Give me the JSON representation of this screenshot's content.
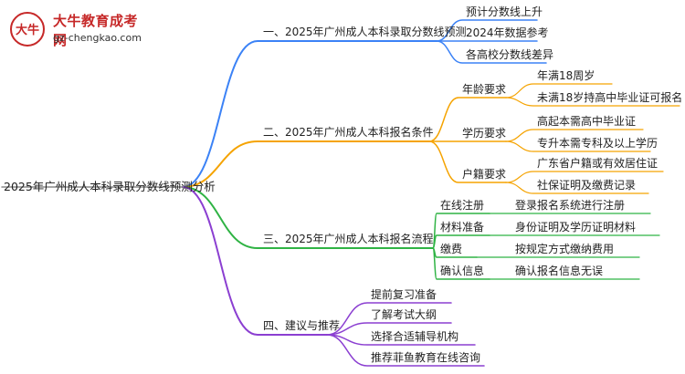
{
  "logo": {
    "title": "大牛教育成考网",
    "url": "gz-chengkao.com",
    "badge_text": "大牛"
  },
  "root": {
    "label": "2025年广州成人本科录取分数线预测分析"
  },
  "colors": {
    "root_edge": "#888888",
    "branch1": "#3b82f6",
    "branch2": "#f5a300",
    "branch3": "#2fb344",
    "branch4": "#8b3fd1",
    "logo_red": "#c62828"
  },
  "branches": [
    {
      "label": "一、2025年广州成人本科录取分数线预测",
      "children": [
        {
          "label": "预计分数线上升",
          "children": []
        },
        {
          "label": "2024年数据参考",
          "children": []
        },
        {
          "label": "各高校分数线差异",
          "children": []
        }
      ]
    },
    {
      "label": "二、2025年广州成人本科报名条件",
      "children": [
        {
          "label": "年龄要求",
          "children": [
            "年满18周岁",
            "未满18岁持高中毕业证可报名"
          ]
        },
        {
          "label": "学历要求",
          "children": [
            "高起本需高中毕业证",
            "专升本需专科及以上学历"
          ]
        },
        {
          "label": "户籍要求",
          "children": [
            "广东省户籍或有效居住证",
            "社保证明及缴费记录"
          ]
        }
      ]
    },
    {
      "label": "三、2025年广州成人本科报名流程",
      "children": [
        {
          "label": "在线注册",
          "children": [
            "登录报名系统进行注册"
          ]
        },
        {
          "label": "材料准备",
          "children": [
            "身份证明及学历证明材料"
          ]
        },
        {
          "label": "缴费",
          "children": [
            "按规定方式缴纳费用"
          ]
        },
        {
          "label": "确认信息",
          "children": [
            "确认报名信息无误"
          ]
        }
      ]
    },
    {
      "label": "四、建议与推荐",
      "children": [
        {
          "label": "提前复习准备",
          "children": []
        },
        {
          "label": "了解考试大纲",
          "children": []
        },
        {
          "label": "选择合适辅导机构",
          "children": []
        },
        {
          "label": "推荐菲鱼教育在线咨询",
          "children": []
        }
      ]
    }
  ]
}
